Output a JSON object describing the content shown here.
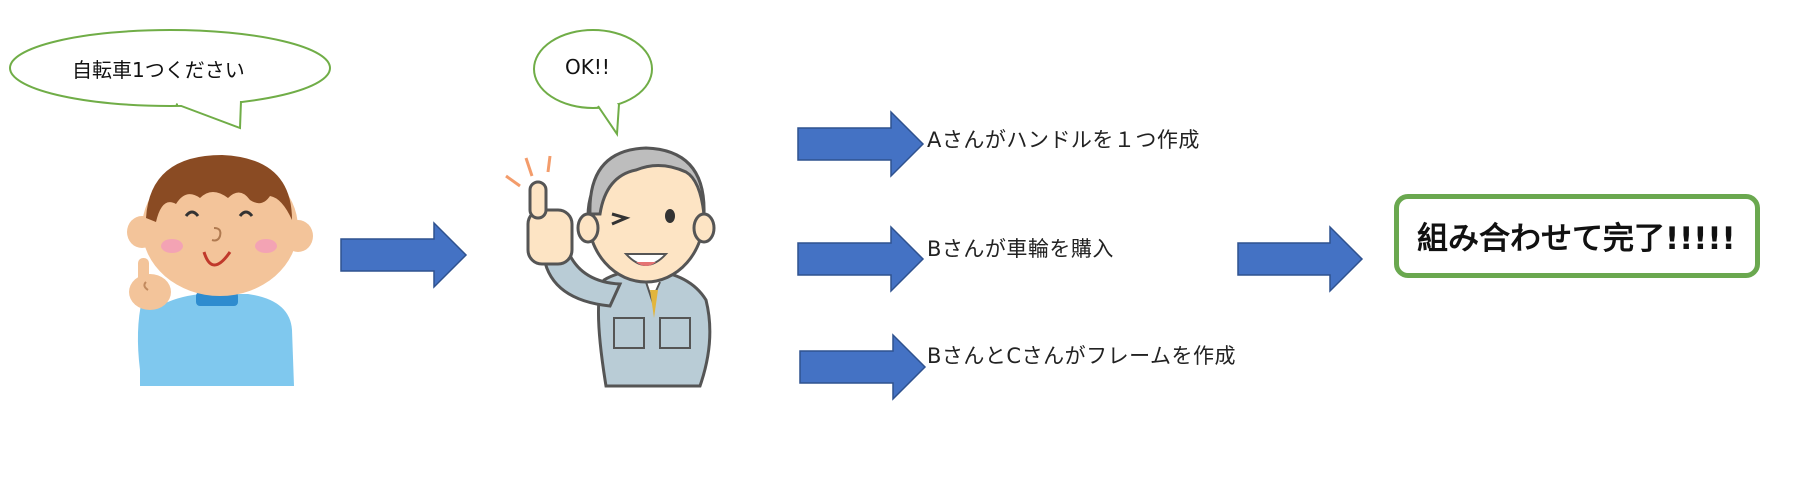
{
  "customer": {
    "speech": "自転車1つください"
  },
  "manager": {
    "speech": "OK!!"
  },
  "tasks": [
    {
      "label": "Aさんがハンドルを１つ作成"
    },
    {
      "label": "Bさんが車輪を購入"
    },
    {
      "label": "BさんとCさんがフレームを作成"
    }
  ],
  "result": {
    "label": "組み合わせて完了!!!!!"
  },
  "colors": {
    "arrow": "#4472c4",
    "arrow_border": "#2f528f",
    "bubble_border": "#70ad47",
    "box_border": "#6aa84f"
  }
}
